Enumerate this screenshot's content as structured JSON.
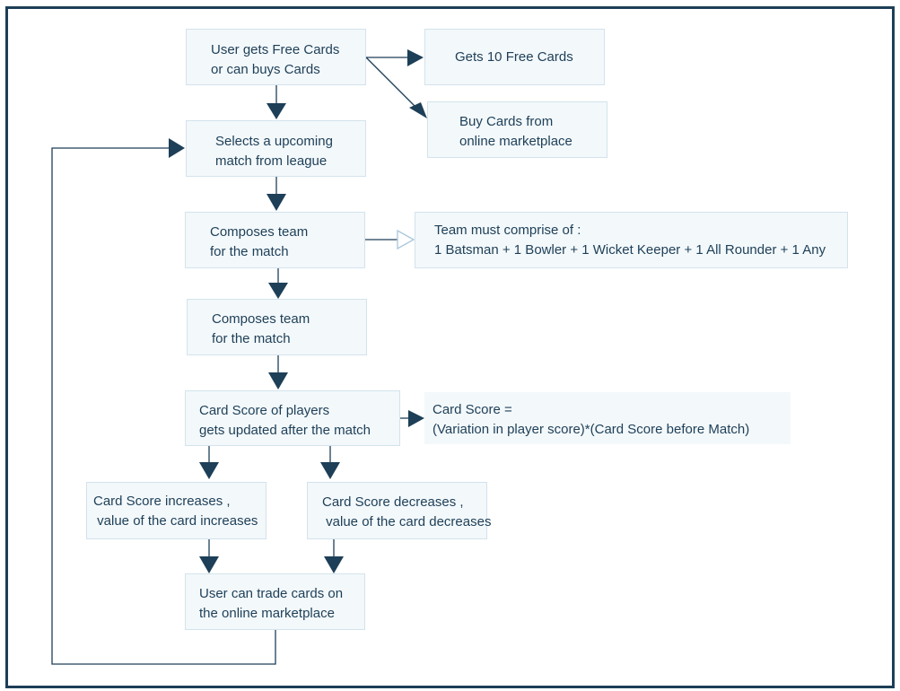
{
  "nodes": {
    "start": "User gets Free Cards\nor can buys Cards",
    "free_cards": "Gets 10 Free Cards",
    "buy_cards": "Buy Cards from\nonline marketplace",
    "select_match": "Selects a upcoming\nmatch from league",
    "compose_team_1": "Composes team\nfor the match",
    "team_rule": "Team must comprise of :\n1 Batsman + 1 Bowler + 1 Wicket Keeper + 1 All Rounder + 1 Any",
    "compose_team_2": "Composes team\nfor the match",
    "score_update": "Card Score of players\ngets updated after the match",
    "score_formula": "Card Score =\n(Variation in player score)*(Card Score before Match)",
    "score_increase": "Card Score increases ,\n value of the card increases",
    "score_decrease": "Card Score decreases ,\n value of the card decreases",
    "trade": "User can trade cards on\nthe online marketplace"
  },
  "colors": {
    "stroke": "#1d3f57",
    "node_fill": "#f3f8fb",
    "node_border": "#d3e3ec",
    "hollow_arrow": "#a9c7dc"
  }
}
